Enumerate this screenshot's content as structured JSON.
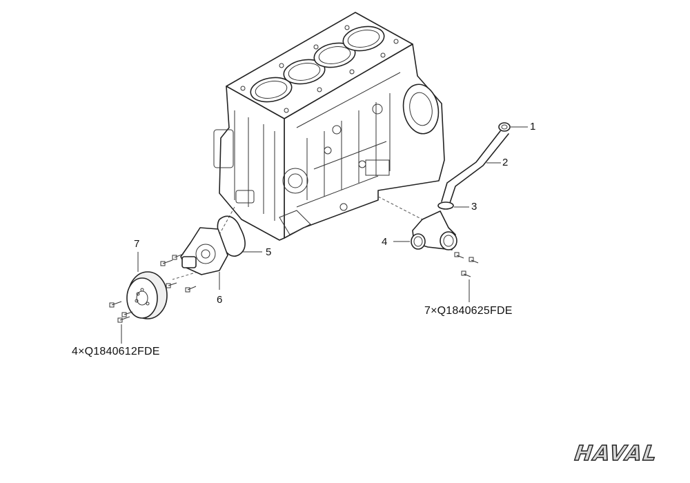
{
  "callouts": {
    "c1": "1",
    "c2": "2",
    "c3": "3",
    "c4": "4",
    "c5": "5",
    "c6": "6",
    "c7": "7"
  },
  "part_numbers": {
    "left_bolts": "4×Q1840612FDE",
    "right_bolts": "7×Q1840625FDE"
  },
  "logo": {
    "text": "HAVAL"
  }
}
